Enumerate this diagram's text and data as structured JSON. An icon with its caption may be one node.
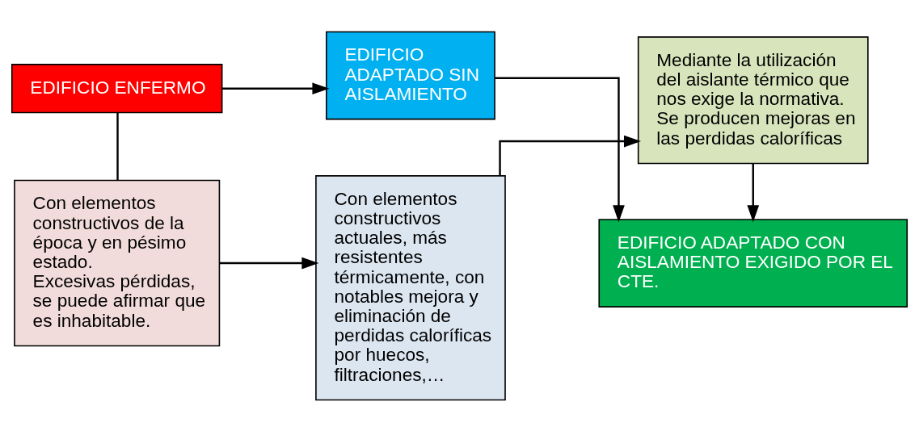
{
  "diagram": {
    "nodes": [
      {
        "text": [
          "EDIFICIO ENFERMO"
        ]
      },
      {
        "text": [
          "EDIFICIO ADAPTADO SIN AISLAMIENTO"
        ]
      },
      {
        "text": [
          "EDIFICIO ADAPTADO CON AISLAMIENTO EXIGIDO POR EL CTE."
        ]
      },
      {
        "text": [
          "Con elementos constructivos de la época y en pésimo estado.",
          "Excesivas pérdidas, se puede afirmar que es inhabitable."
        ]
      },
      {
        "text": [
          "Con elementos constructivos actuales, más resistentes térmicamente, con notables mejora y eliminación de perdidas caloríficas por huecos, filtraciones,…"
        ]
      },
      {
        "text": [
          "Mediante la utilización del aislante térmico que nos exige la normativa.",
          "Se producen mejoras en las perdidas caloríficas"
        ]
      }
    ],
    "edges": [
      {
        "from": 0,
        "to": 1,
        "arrow": "to"
      },
      {
        "from": 1,
        "to": 2,
        "arrow": "to"
      },
      {
        "from": 0,
        "to": 3,
        "arrow": "none"
      },
      {
        "from": 3,
        "to": 4,
        "arrow": "to"
      },
      {
        "from": 4,
        "to": 5,
        "arrow": "to"
      },
      {
        "from": 5,
        "to": 2,
        "arrow": "to"
      }
    ]
  }
}
